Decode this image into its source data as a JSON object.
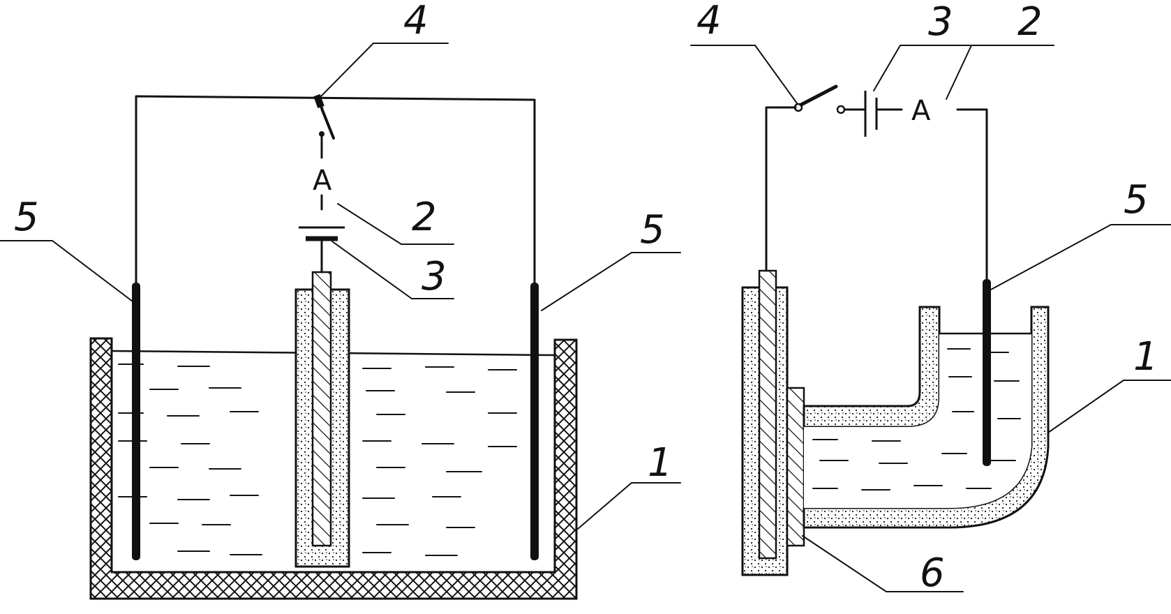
{
  "figure_a": {
    "labels": {
      "switch": "4",
      "ammeter_ref": "2",
      "battery": "3",
      "electrode_left": "5",
      "electrode_right": "5",
      "vessel": "1"
    },
    "ammeter_symbol": "A"
  },
  "figure_b": {
    "labels": {
      "switch": "4",
      "battery": "3",
      "ammeter_ref": "2",
      "electrode": "5",
      "vessel": "1",
      "seal": "6"
    },
    "ammeter_symbol": "A"
  },
  "colors": {
    "ink": "#111111",
    "paper": "#ffffff"
  }
}
